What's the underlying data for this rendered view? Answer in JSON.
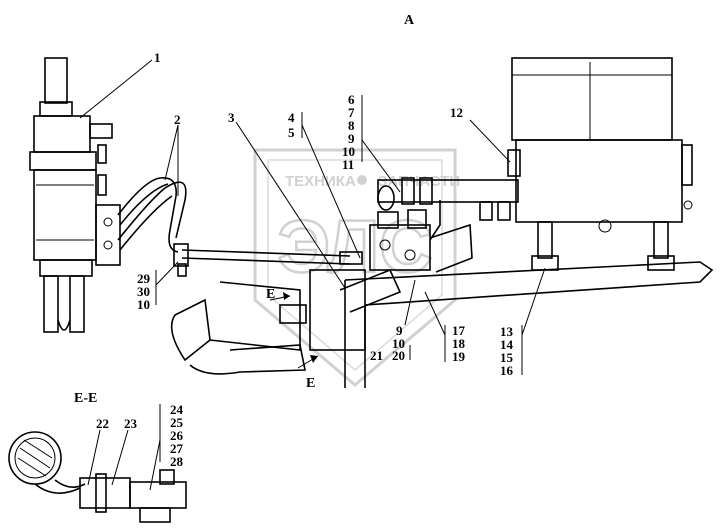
{
  "view_label": "A",
  "section_label": "E-E",
  "section_marks": [
    "E",
    "E"
  ],
  "watermark": {
    "letters": "ЭЛС",
    "text_left": "ТЕХНИКА",
    "text_right": "ЗАПЧАСТИ"
  },
  "callouts": {
    "p1": "1",
    "p2": "2",
    "p3": "3",
    "p4": "4",
    "p5": "5",
    "p6": "6",
    "p7": "7",
    "p8": "8",
    "p9": "9",
    "p10": "10",
    "p11": "11",
    "p12": "12",
    "p29": "29",
    "p30": "30",
    "p10b": "10",
    "p9b": "9",
    "p10c": "10",
    "p21": "21",
    "p20": "20",
    "p17": "17",
    "p18": "18",
    "p19": "19",
    "p13": "13",
    "p14": "14",
    "p15": "15",
    "p16": "16",
    "p22": "22",
    "p23": "23",
    "p24": "24",
    "p25": "25",
    "p26": "26",
    "p27": "27",
    "p28": "28"
  }
}
